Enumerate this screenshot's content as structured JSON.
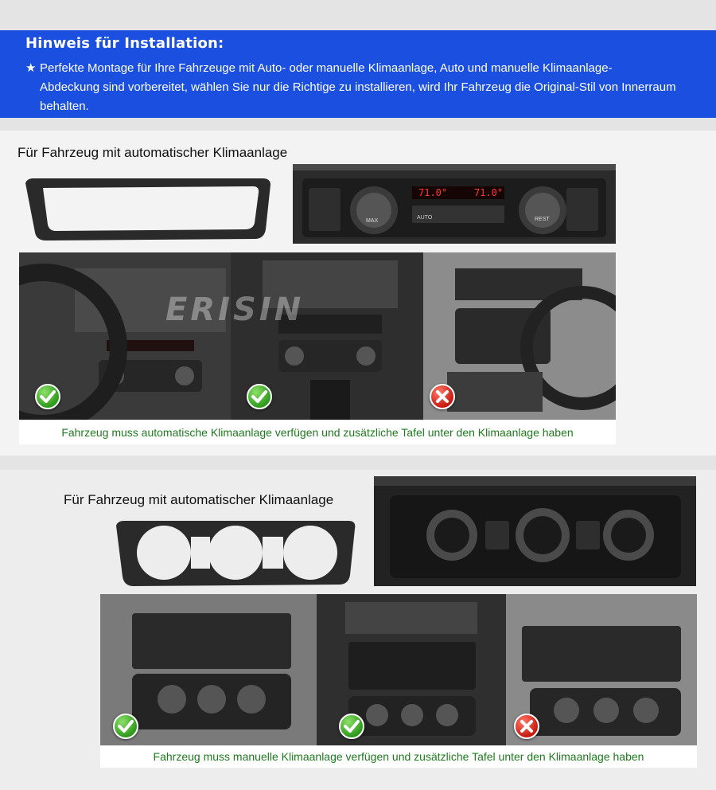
{
  "banner": {
    "title": "Hinweis für Installation:",
    "bullet": "★",
    "text": "Perfekte Montage für Ihre Fahrzeuge mit Auto- oder manuelle Klimaanlage, Auto und manuelle Klimaanlage-",
    "text_cont": "Abdeckung sind vorbereitet, wählen Sie nur die Richtige zu installieren, wird Ihr Fahrzeug die Original-Stil von Innerraum behalten."
  },
  "section_auto": {
    "heading": "Für Fahrzeug mit automatischer Klimaanlage",
    "display_left": "71.0°",
    "display_right": "71.0°",
    "btn_auto": "AUTO",
    "btn_max": "MAX",
    "btn_rest": "REST",
    "watermark": "ERISIN",
    "caption": "Fahrzeug muss automatische Klimaanlage verfügen und zusätzliche Tafel unter den Klimaanlage haben",
    "status": [
      "ok",
      "ok",
      "no"
    ]
  },
  "section_manual": {
    "heading": "Für Fahrzeug mit automatischer Klimaanlage",
    "caption": "Fahrzeug muss manuelle Klimaanlage verfügen und zusätzliche Tafel unter den Klimaanlage haben",
    "status": [
      "ok",
      "ok",
      "no"
    ]
  },
  "colors": {
    "banner": "#1b4fe0",
    "caption_text": "#1f7a1f",
    "check": "#2f9a1c",
    "cross": "#c81a10"
  }
}
